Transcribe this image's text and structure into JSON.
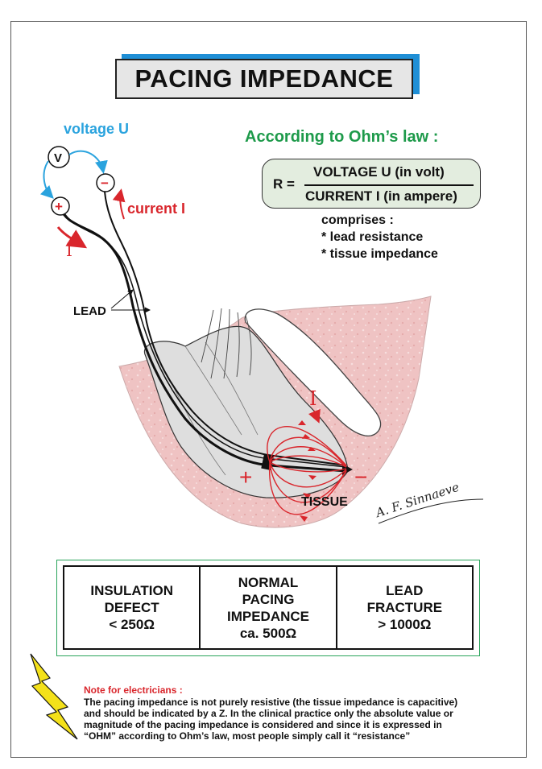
{
  "title": "PACING IMPEDANCE",
  "labels": {
    "voltage": "voltage U",
    "current": "current I",
    "voltmeter": "V",
    "plus": "+",
    "minus": "−",
    "current_arrow": "I",
    "lead": "LEAD",
    "tissue": "TISSUE",
    "signature": "A. F. Sinnaeve"
  },
  "ohm": {
    "heading": "According to Ohm’s law :",
    "r_equals": "R =",
    "numerator": "VOLTAGE U (in volt)",
    "denominator": "CURRENT I (in ampere)",
    "comprises": [
      "comprises :",
      "* lead resistance",
      "* tissue impedance"
    ]
  },
  "table": {
    "cells": [
      {
        "lines": [
          "INSULATION",
          "DEFECT",
          "< 250Ω"
        ]
      },
      {
        "lines": [
          "NORMAL",
          "PACING",
          "IMPEDANCE",
          "ca. 500Ω"
        ]
      },
      {
        "lines": [
          "LEAD",
          "FRACTURE",
          "> 1000Ω"
        ]
      }
    ]
  },
  "note": {
    "title": "Note for electricians :",
    "lines": [
      "The pacing impedance is not purely resistive (the tissue impedance is capacitive)",
      "and should be indicated by a Z. In the clinical practice only the absolute value or",
      "magnitude of the pacing impedance is considered and since it is expressed in",
      "“OHM” according to Ohm’s law, most people simply call it “resistance”"
    ]
  },
  "colors": {
    "title_shadow": "#1f8fd6",
    "voltage": "#2aa3de",
    "current": "#d9262c",
    "ohm_heading": "#1d9a4a",
    "tissue": "#efc3c3",
    "table_frame": "#2aa35a",
    "lightning": "#f4e11a"
  }
}
